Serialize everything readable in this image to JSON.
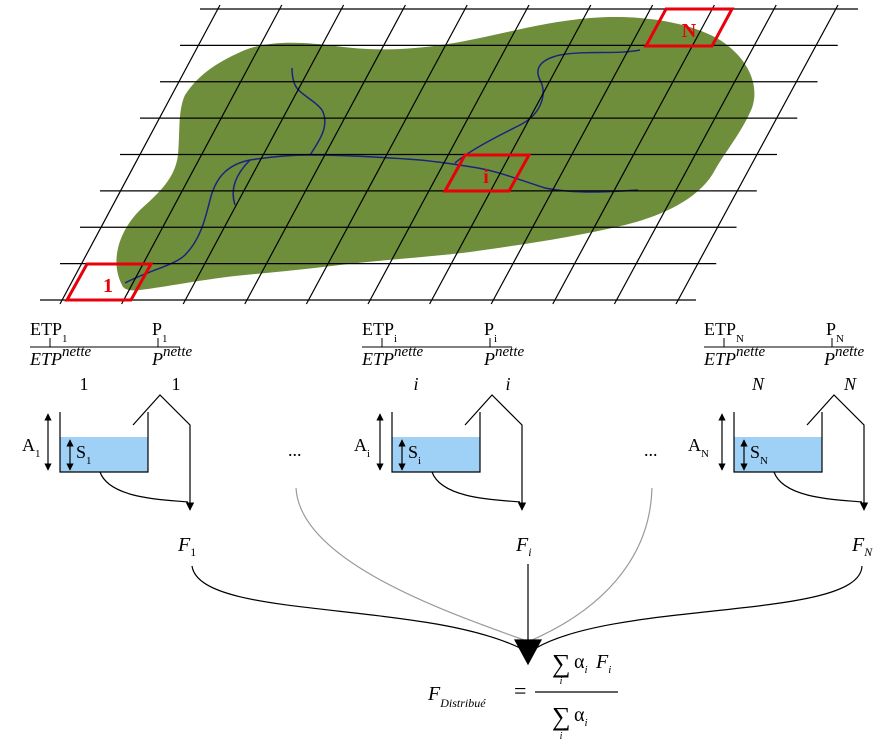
{
  "colors": {
    "catchment": "#6f8e3c",
    "river": "#1a237e",
    "highlight": "#e8000b",
    "reservoir_water": "#9fd0f5",
    "grid": "#000000",
    "gray_connector": "#9a9a9a"
  },
  "cells": {
    "first": "1",
    "middle": "i",
    "last": "N"
  },
  "reservoirs": [
    {
      "etp_base": "ETP",
      "etp_sub": "1",
      "p_base": "P",
      "p_sub": "1",
      "etp_net_base": "ETP",
      "p_net_base": "P",
      "nette_sup": "nette",
      "net_under_etp": "1",
      "net_under_p": "1",
      "a_base": "A",
      "a_sub": "1",
      "s_base": "S",
      "s_sub": "1",
      "f_base": "F",
      "f_sub": "1"
    },
    {
      "etp_base": "ETP",
      "etp_sub": "i",
      "p_base": "P",
      "p_sub": "i",
      "etp_net_base": "ETP",
      "p_net_base": "P",
      "nette_sup": "nette",
      "net_under_etp": "i",
      "net_under_p": "i",
      "a_base": "A",
      "a_sub": "i",
      "s_base": "S",
      "s_sub": "i",
      "f_base": "F",
      "f_sub": "i"
    },
    {
      "etp_base": "ETP",
      "etp_sub": "N",
      "p_base": "P",
      "p_sub": "N",
      "etp_net_base": "ETP",
      "p_net_base": "P",
      "nette_sup": "nette",
      "net_under_etp": "N",
      "net_under_p": "N",
      "a_base": "A",
      "a_sub": "N",
      "s_base": "S",
      "s_sub": "N",
      "f_base": "F",
      "f_sub": "N"
    }
  ],
  "ellipsis": [
    "...",
    "..."
  ],
  "formula": {
    "lhs_base": "F",
    "lhs_sub": "Distribué",
    "equals": "=",
    "sum": "∑",
    "sum_index": "i",
    "alpha": "α",
    "alpha_sub": "i",
    "f": "F",
    "f_sub": "i"
  }
}
